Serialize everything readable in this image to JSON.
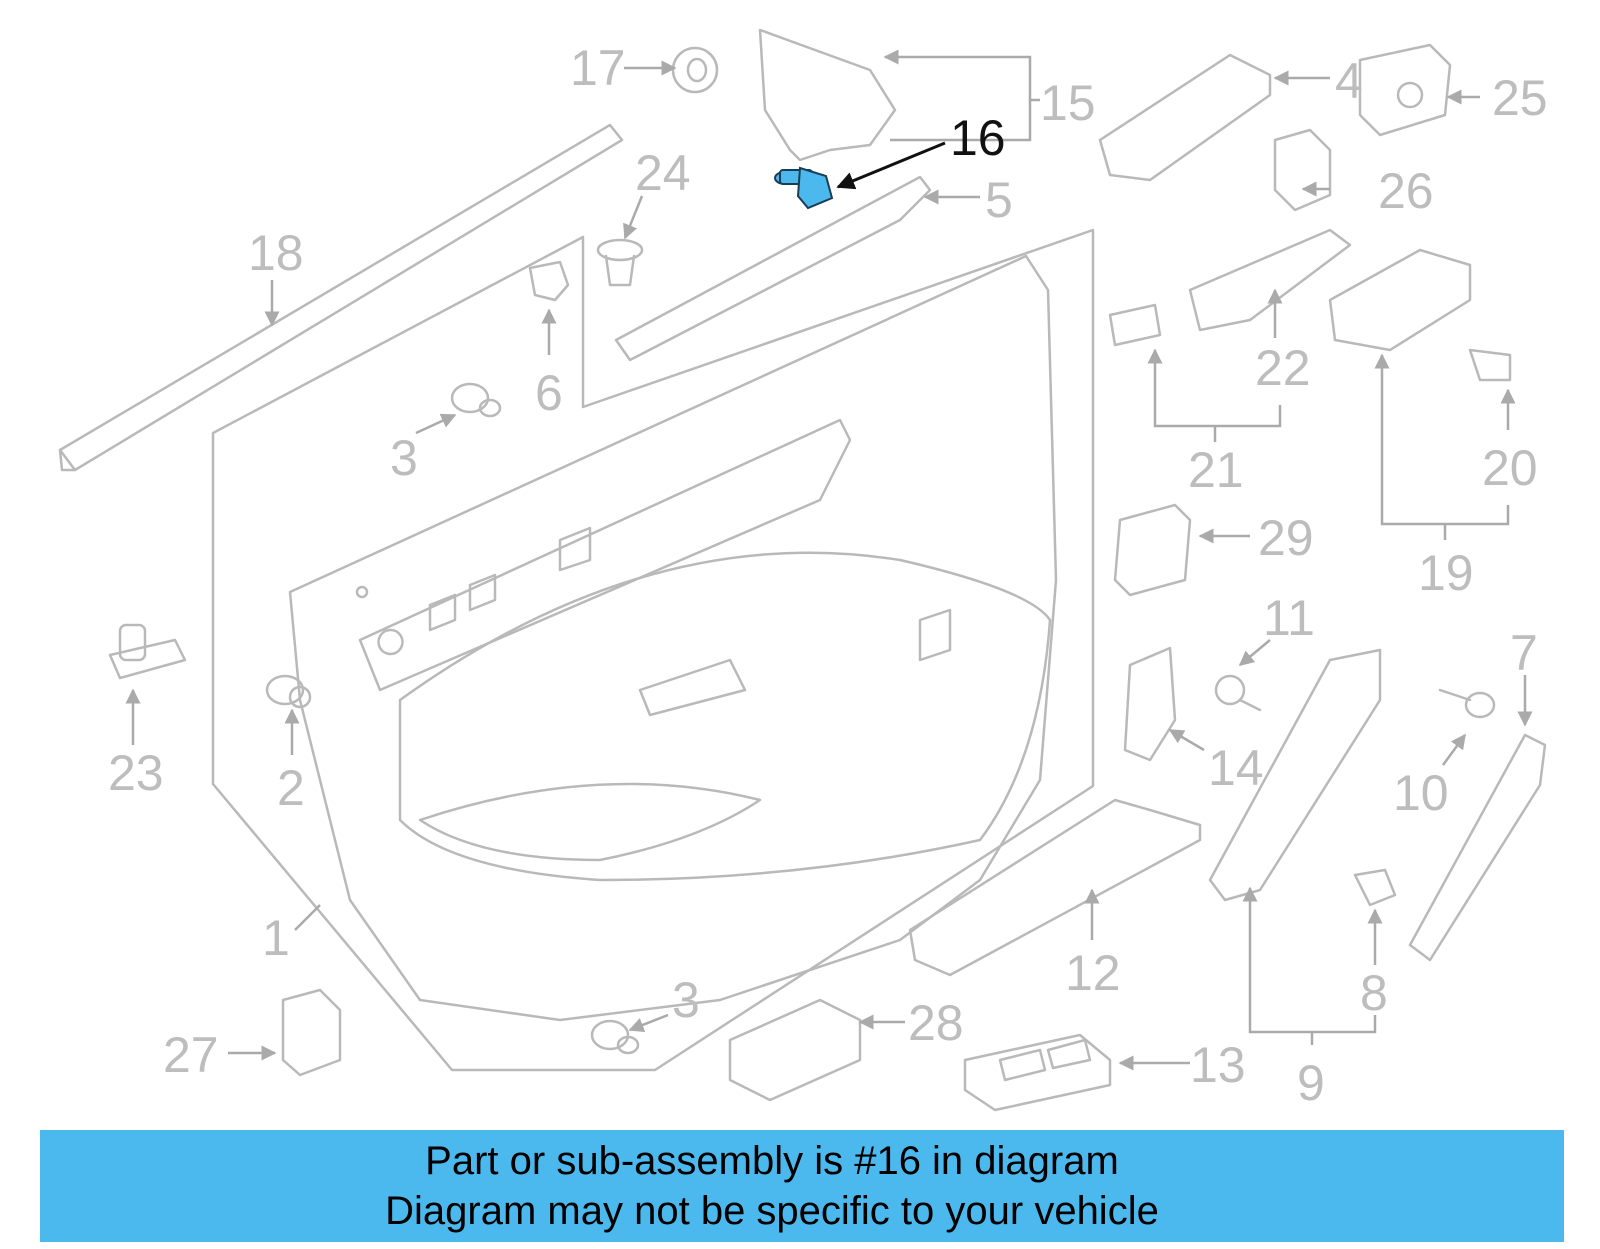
{
  "diagram": {
    "highlight_color": "#4cb9ee",
    "highlighted_part": "16",
    "callouts": [
      "1",
      "2",
      "3",
      "3",
      "4",
      "5",
      "6",
      "7",
      "8",
      "9",
      "10",
      "11",
      "12",
      "13",
      "14",
      "15",
      "16",
      "17",
      "18",
      "19",
      "20",
      "21",
      "22",
      "23",
      "24",
      "25",
      "26",
      "27",
      "28",
      "29"
    ]
  },
  "banner": {
    "line1": "Part or sub-assembly is #16 in diagram",
    "line2": "Diagram may not be specific to your vehicle",
    "background": "#4cb9ee"
  }
}
